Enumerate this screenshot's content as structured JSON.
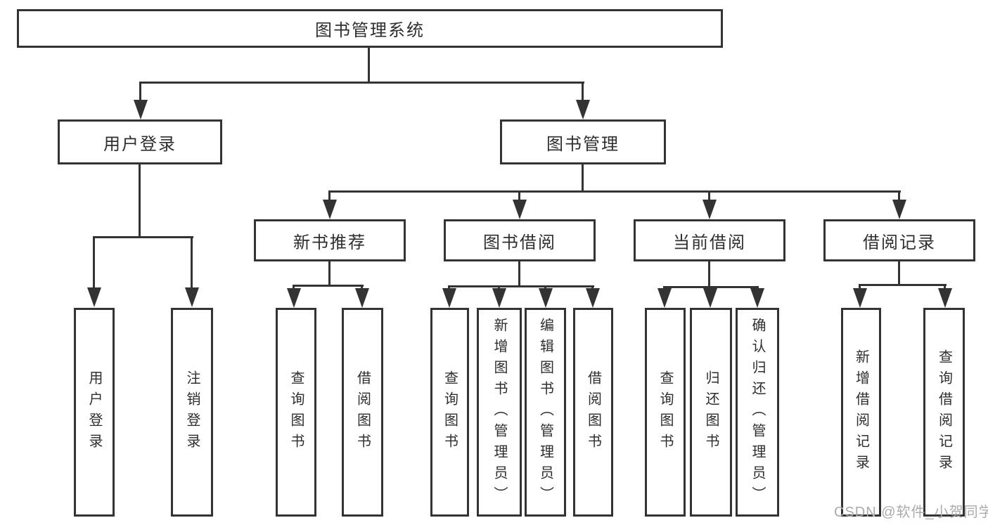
{
  "diagram": {
    "nodes": {
      "root": "图书管理系统",
      "userLogin": "用户登录",
      "bookMgmt": "图书管理",
      "newBookRec": "新书推荐",
      "bookBorrow": "图书借阅",
      "currentBorrow": "当前借阅",
      "borrowRecord": "借阅记录",
      "uUserLogin": "用户登录",
      "uLogout": "注销登录",
      "nQueryBook": "查询图书",
      "nBorrowBook": "借阅图书",
      "bQueryBook": "查询图书",
      "bAddBook": "新增图书（管理员）",
      "bEditBook": "编辑图书（管理员）",
      "bBorrowBook": "借阅图书",
      "cQueryBook": "查询图书",
      "cReturnBook": "归还图书",
      "cConfirmReturn": "确认归还（管理员）",
      "rAddRecord": "新增借阅记录",
      "rQueryRecord": "查询借阅记录"
    },
    "structure": [
      {
        "parent": "图书管理系统",
        "children": [
          "用户登录",
          "图书管理"
        ]
      },
      {
        "parent": "用户登录",
        "children": [
          "用户登录",
          "注销登录"
        ]
      },
      {
        "parent": "图书管理",
        "children": [
          "新书推荐",
          "图书借阅",
          "当前借阅",
          "借阅记录"
        ]
      },
      {
        "parent": "新书推荐",
        "children": [
          "查询图书",
          "借阅图书"
        ]
      },
      {
        "parent": "图书借阅",
        "children": [
          "查询图书",
          "新增图书（管理员）",
          "编辑图书（管理员）",
          "借阅图书"
        ]
      },
      {
        "parent": "当前借阅",
        "children": [
          "查询图书",
          "归还图书",
          "确认归还（管理员）"
        ]
      },
      {
        "parent": "借阅记录",
        "children": [
          "新增借阅记录",
          "查询借阅记录"
        ]
      }
    ],
    "colors": {
      "line": "#333333",
      "box_border": "#333333",
      "text": "#2e2e2e",
      "background": "#ffffff",
      "watermark": "#ababab"
    }
  },
  "watermark": {
    "text": "CSDN @软件_小贺同学"
  }
}
